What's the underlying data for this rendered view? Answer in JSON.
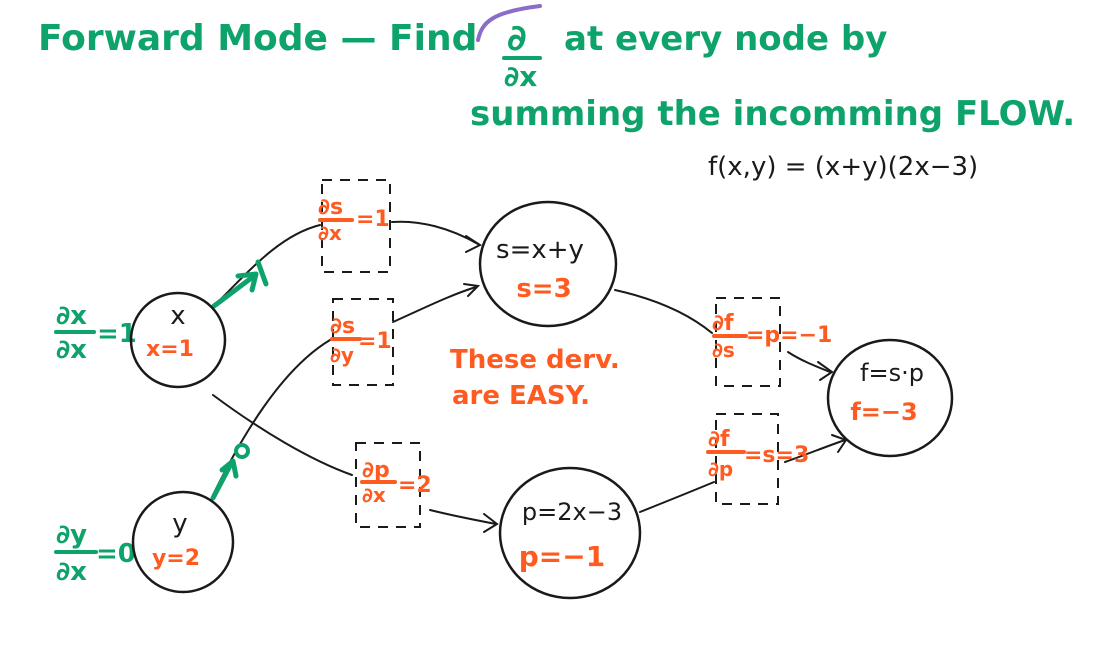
{
  "colors": {
    "annotation": "#0ea36a",
    "values": "#ff5a1f",
    "ink": "#1a1a1a",
    "highlight": "#8b6cc7",
    "background": "#ffffff"
  },
  "header": {
    "line1_prefix": "Forward Mode —  Find",
    "partial_numerator": "∂",
    "partial_denominator": "∂x",
    "line1_suffix": "at every node  by",
    "line2": "summing the incomming FLOW."
  },
  "function_definition": "f(x,y) = (x+y)(2x−3)",
  "nodes": {
    "x": {
      "label": "x",
      "value": "x=1"
    },
    "y": {
      "label": "y",
      "value": "y=2"
    },
    "s": {
      "label": "s=x+y",
      "value": "s=3"
    },
    "p": {
      "label": "p=2x−3",
      "value": "p=−1"
    },
    "f": {
      "label": "f=s·p",
      "value": "f=−3"
    }
  },
  "seeds": {
    "x": {
      "numerator": "∂x",
      "denominator": "∂x",
      "equals": "=1",
      "edge_value": "1"
    },
    "y": {
      "numerator": "∂y",
      "denominator": "∂x",
      "equals": "=0",
      "edge_value": "0"
    }
  },
  "local_derivatives": {
    "ds_dx": {
      "numerator": "∂s",
      "denominator": "∂x",
      "equals": "=1"
    },
    "ds_dy": {
      "numerator": "∂s",
      "denominator": "∂y",
      "equals": "=1"
    },
    "dp_dx": {
      "numerator": "∂p",
      "denominator": "∂x",
      "equals": "=2"
    },
    "df_ds": {
      "numerator": "∂f",
      "denominator": "∂s",
      "equals": "=p=−1"
    },
    "df_dp": {
      "numerator": "∂f",
      "denominator": "∂p",
      "equals": "=s=3"
    }
  },
  "note": {
    "line1": "These derv.",
    "line2": "are EASY."
  }
}
